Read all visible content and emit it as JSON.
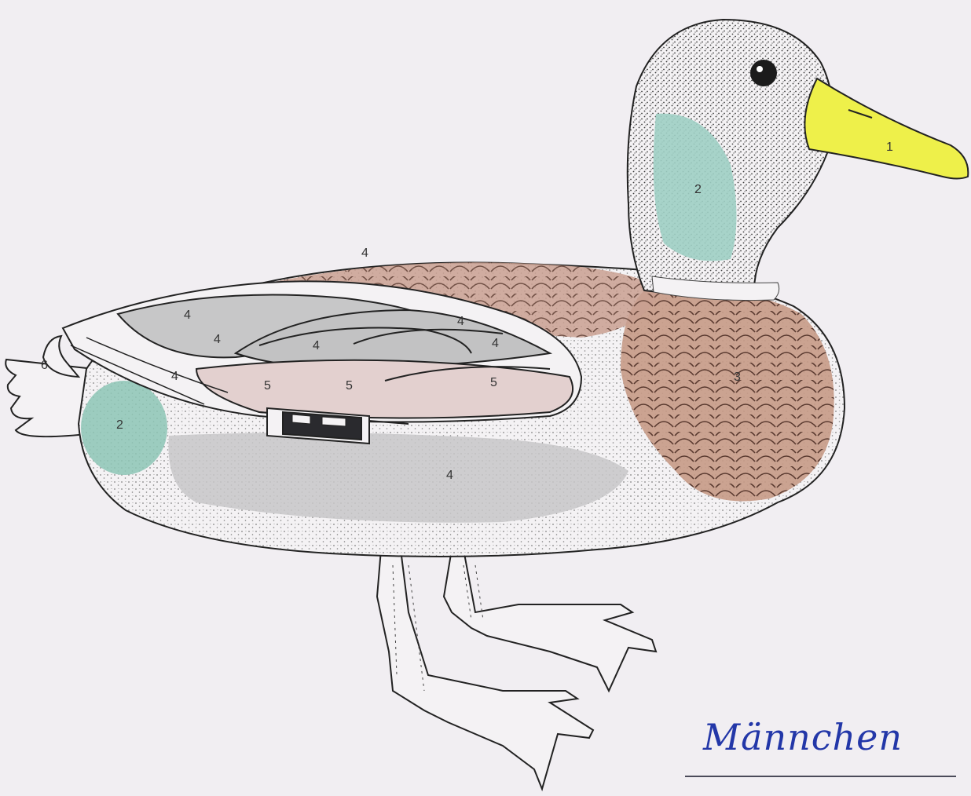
{
  "labels": [
    "1",
    "2",
    "2",
    "3",
    "4",
    "4",
    "4",
    "4",
    "4",
    "4",
    "4",
    "4",
    "5",
    "5",
    "5",
    "6"
  ],
  "caption": "Männchen",
  "colors": {
    "beak": "#eef04a",
    "green_patch": "#9fcfc4",
    "breast": "#c69a86",
    "grey": "#c7c7c8",
    "pink": "#e3d0cf",
    "background": "#f1eef2"
  }
}
